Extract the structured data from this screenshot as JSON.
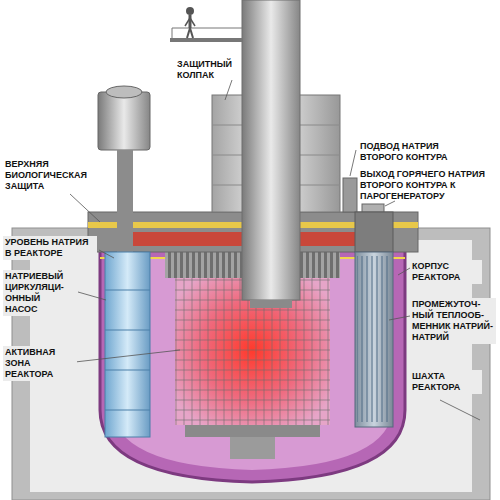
{
  "diagram": {
    "labels": [
      "ЗАЩИТНЫЙ КОЛПАК",
      "ПОДВОД НАТРИЯ ВТОРОГО КОНТУРА",
      "ВЕРХНЯЯ БИОЛОГИЧЕСКАЯ ЗАЩИТА",
      "ВЫХОД ГОРЯЧЕГО НАТРИЯ ВТОРОГО КОНТУРА К ПАРОГЕНЕРАТОРУ",
      "УРОВЕНЬ НАТРИЯ В РЕАКТОРЕ",
      "КОРПУС РЕАКТОРА",
      "НАТРИЕВЫЙ ЦИРКУЛЯЦИ- ОННЫЙ НАСОС",
      "ПРОМЕЖУТОЧ- НЫЙ ТЕПЛООБ- МЕННИК НАТРИЙ-НАТРИЙ",
      "АКТИВНАЯ ЗОНА РЕАКТОРА",
      "ШАХТА РЕАКТОРА"
    ]
  }
}
